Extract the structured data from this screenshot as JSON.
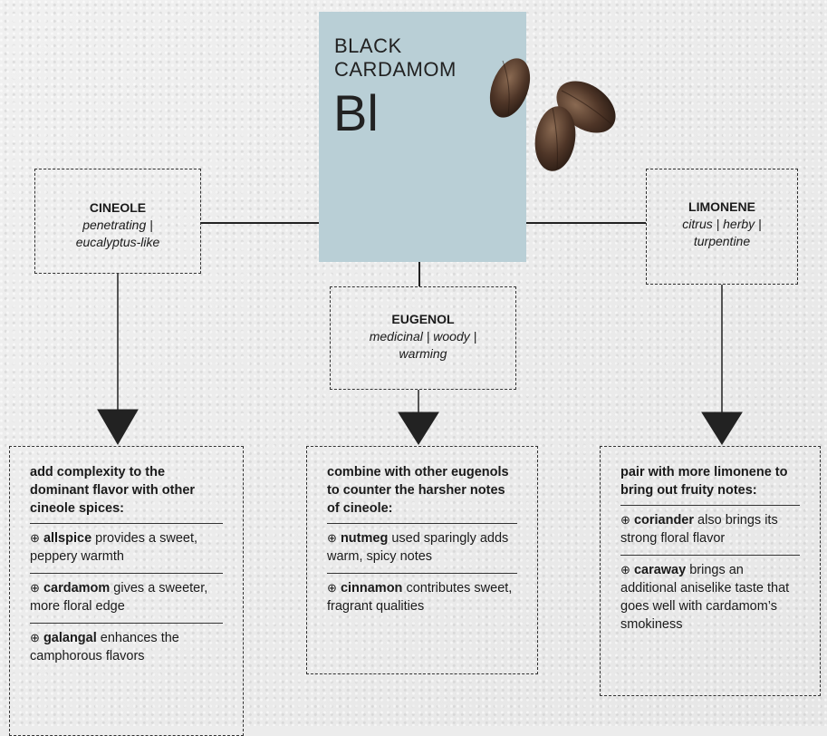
{
  "title": {
    "line1": "BLACK",
    "line2": "CARDAMOM",
    "abbr": "Bl"
  },
  "compounds": {
    "cineole": {
      "name": "CINEOLE",
      "desc_line1": "penetrating  |",
      "desc_line2": "eucalyptus-like"
    },
    "eugenol": {
      "name": "EUGENOL",
      "desc_line1": "medicinal  |  woody  |",
      "desc_line2": "warming"
    },
    "limonene": {
      "name": "LIMONENE",
      "desc_line1": "citrus  |  herby  |",
      "desc_line2": "turpentine"
    }
  },
  "pairings": {
    "left": {
      "heading": "add complexity to the dominant flavor with other cineole spices:",
      "items": [
        {
          "spice": "allspice",
          "text": " provides a sweet, peppery warmth"
        },
        {
          "spice": "cardamom",
          "text": " gives a sweeter, more floral edge"
        },
        {
          "spice": "galangal",
          "text": " enhances the camphorous flavors"
        }
      ]
    },
    "middle": {
      "heading": "combine with other eugenols to counter the harsher notes of cineole:",
      "items": [
        {
          "spice": "nutmeg",
          "text": " used sparingly adds warm, spicy notes"
        },
        {
          "spice": "cinnamon",
          "text": " contributes sweet, fragrant qualities"
        }
      ]
    },
    "right": {
      "heading": "pair with more limonene to bring out fruity notes:",
      "items": [
        {
          "spice": "coriander",
          "text": " also brings its strong floral flavor"
        },
        {
          "spice": "caraway",
          "text": " brings an additional aniselike taste that goes well with cardamom’s smokiness"
        }
      ]
    }
  },
  "plus_symbol": "⊕",
  "colors": {
    "card": "#b9cfd6",
    "line": "#222222"
  }
}
